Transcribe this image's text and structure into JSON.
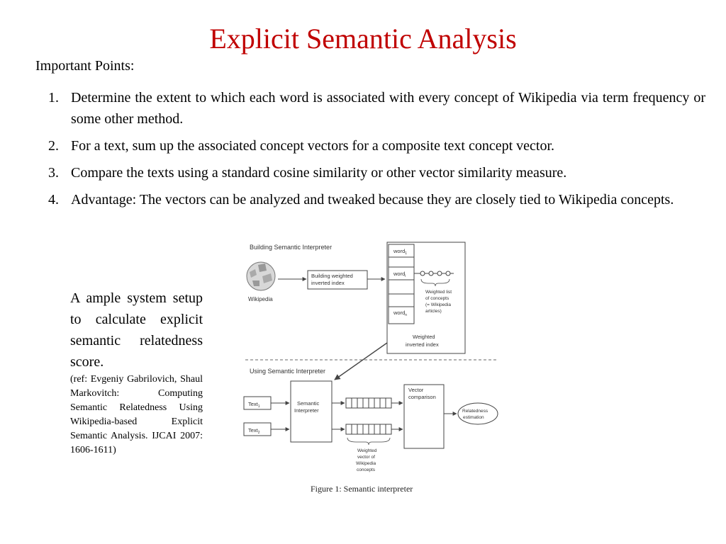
{
  "slide": {
    "title": "Explicit Semantic Analysis",
    "subtitle": "Important Points:",
    "points": [
      {
        "num": "1.",
        "text": "Determine the extent to which each word is associated with every concept of Wikipedia via term frequency or some other method."
      },
      {
        "num": "2.",
        "text": "For a text, sum up the associated concept vectors for a composite text concept vector."
      },
      {
        "num": "3.",
        "text": "Compare the texts using a standard cosine similarity or other vector similarity measure."
      },
      {
        "num": "4.",
        "text": "Advantage: The vectors can be analyzed and tweaked because they are closely tied to Wikipedia concepts."
      }
    ],
    "caption_main": "A ample system setup to calculate explicit semantic relatedness score.",
    "caption_ref": "(ref: Evgeniy Gabrilovich, Shaul Markovitch: Computing Semantic Relatedness Using Wikipedia-based Explicit Semantic Analysis. IJCAI 2007: 1606-1611)"
  },
  "figure": {
    "top_section_title": "Building Semantic Interpreter",
    "wikipedia_label": "Wikipedia",
    "build_box_line1": "Building weighted",
    "build_box_line2": "inverted index",
    "word_1": "word",
    "word_i": "word",
    "word_n": "word",
    "sub_1": "1",
    "sub_i": "i",
    "sub_n": "n",
    "weighted_list_line1": "Weighted list",
    "weighted_list_line2": "of concepts",
    "weighted_list_line3": "(= Wikipedia",
    "weighted_list_line4": "articles)",
    "index_label_line1": "Weighted",
    "index_label_line2": "inverted index",
    "bottom_section_title": "Using Semantic Interpreter",
    "text_1": "Text",
    "text_2": "Text",
    "text_sub_1": "1",
    "text_sub_2": "2",
    "interpreter_line1": "Semantic",
    "interpreter_line2": "Interpreter",
    "vector_comp_line1": "Vector",
    "vector_comp_line2": "comparison",
    "relatedness_line1": "Relatedness",
    "relatedness_line2": "estimation",
    "weighted_vector_line1": "Weighted",
    "weighted_vector_line2": "vector of",
    "weighted_vector_line3": "Wikipedia",
    "weighted_vector_line4": "concepts",
    "figure_caption": "Figure 1: Semantic interpreter",
    "line_color": "#444444"
  }
}
